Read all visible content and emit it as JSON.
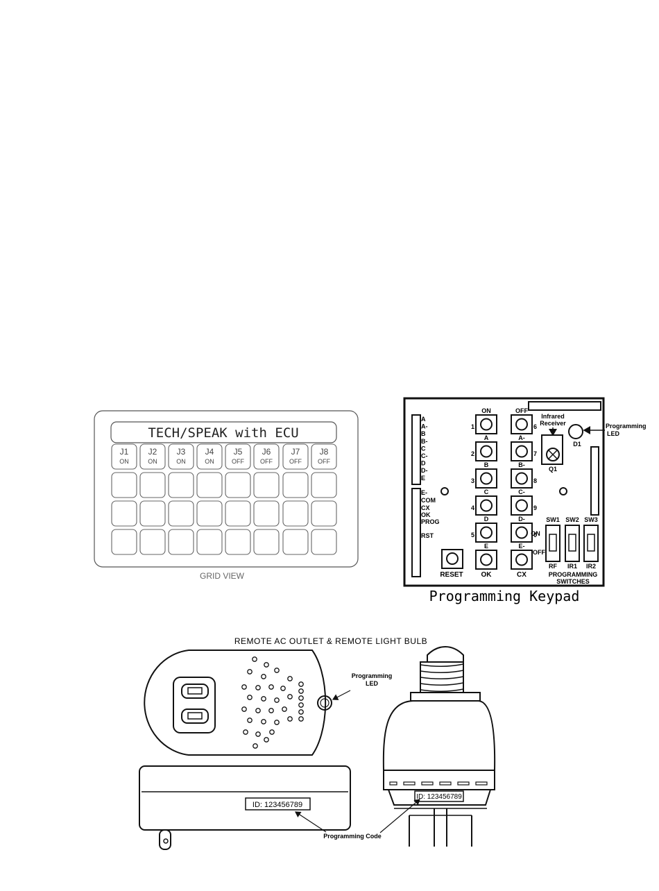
{
  "grid_view": {
    "title": "TECH/SPEAK with ECU",
    "caption": "GRID VIEW",
    "jacks": [
      {
        "id": "J1",
        "state": "ON"
      },
      {
        "id": "J2",
        "state": "ON"
      },
      {
        "id": "J3",
        "state": "ON"
      },
      {
        "id": "J4",
        "state": "ON"
      },
      {
        "id": "J5",
        "state": "OFF"
      },
      {
        "id": "J6",
        "state": "OFF"
      },
      {
        "id": "J7",
        "state": "OFF"
      },
      {
        "id": "J8",
        "state": "OFF"
      }
    ]
  },
  "keypad": {
    "caption": "Programming Keypad",
    "left_pins_top": [
      "A",
      "A-",
      "B",
      "B-",
      "C",
      "C-",
      "D",
      "D-",
      "E"
    ],
    "left_pins_bottom": [
      "E-",
      "COM",
      "CX",
      "OK",
      "PROG",
      "RST"
    ],
    "left_keys": [
      {
        "num": "1",
        "label": "ON"
      },
      {
        "num": "2",
        "label": "A"
      },
      {
        "num": "3",
        "label": "B"
      },
      {
        "num": "4",
        "label": "C"
      },
      {
        "num": "5",
        "label": "D"
      },
      {
        "num": "",
        "label": "E"
      }
    ],
    "right_keys": [
      {
        "num": "6",
        "label": "OFF"
      },
      {
        "num": "7",
        "label": "A-"
      },
      {
        "num": "8",
        "label": "B-"
      },
      {
        "num": "9",
        "label": "C-"
      },
      {
        "num": "0",
        "label": "D-"
      },
      {
        "num": "",
        "label": "E-"
      }
    ],
    "bottom_labels": {
      "reset": "RESET",
      "ok": "OK",
      "cx": "CX"
    },
    "ir_receiver": {
      "line1": "Infrared",
      "line2": "Receiver",
      "part": "Q1"
    },
    "led": {
      "part": "D1",
      "line1": "Programming",
      "line2": "LED"
    },
    "switches": [
      {
        "name": "SW1",
        "mode": "RF"
      },
      {
        "name": "SW2",
        "mode": "IR1"
      },
      {
        "name": "SW3",
        "mode": "IR2"
      }
    ],
    "switch_on": "ON",
    "switch_off": "OFF",
    "switch_caption1": "PROGRAMMING",
    "switch_caption2": "SWITCHES"
  },
  "devices": {
    "title": "REMOTE AC OUTLET & REMOTE LIGHT BULB",
    "led_line1": "Programming",
    "led_line2": "LED",
    "outlet_id": "ID: 123456789",
    "bulb_id": "ID: 123456789",
    "code_label": "Programming Code"
  }
}
